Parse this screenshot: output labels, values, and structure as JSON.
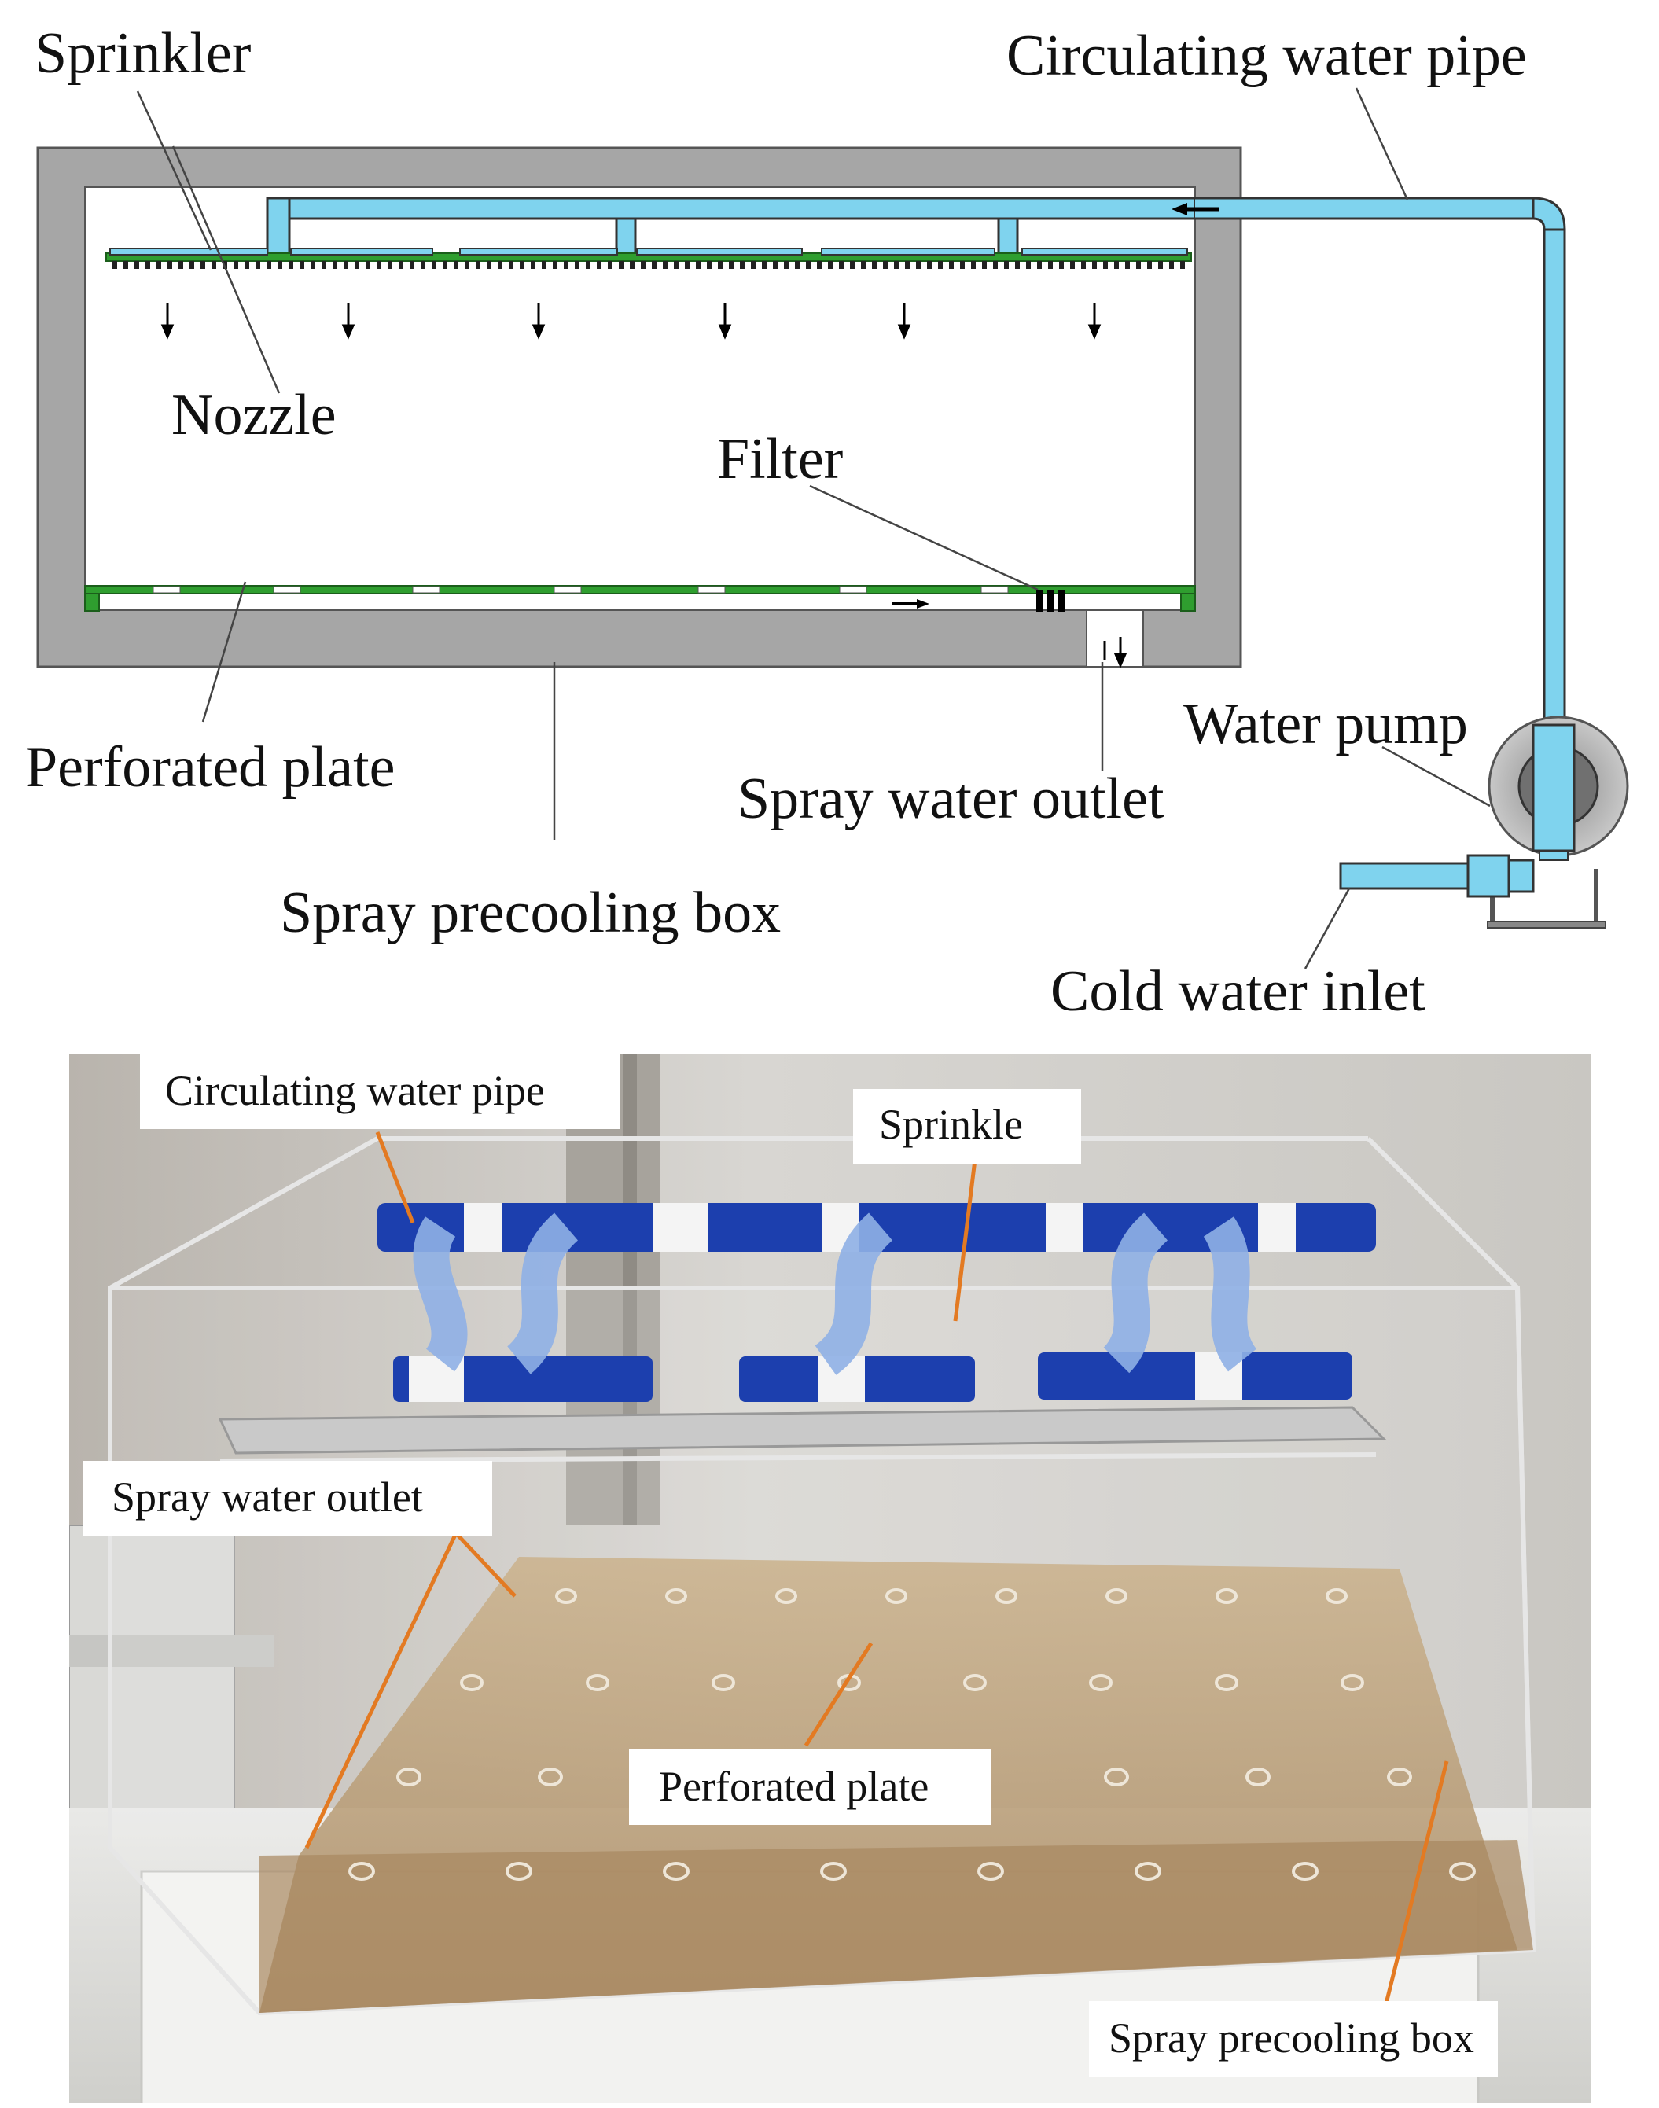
{
  "schematic": {
    "labels": {
      "sprinkler": "Sprinkler",
      "circulating_water_pipe": "Circulating water pipe",
      "nozzle": "Nozzle",
      "filter": "Filter",
      "perforated_plate": "Perforated plate",
      "spray_water_outlet": "Spray water outlet",
      "spray_precooling_box": "Spray precooling box",
      "water_pump": "Water pump",
      "cold_water_inlet": "Cold water inlet"
    }
  },
  "photo": {
    "labels": {
      "circulating_water_pipe": "Circulating water pipe",
      "sprinkle": "Sprinkle",
      "spray_water_outlet": "Spray water outlet",
      "perforated_plate": "Perforated plate",
      "spray_precooling_box": "Spray precooling box"
    }
  },
  "colors": {
    "box_wall": "#a6a6a6",
    "water_pipe": "#7fd3ee",
    "plate_green": "#2f9e2f",
    "leader_line": "#e37a22",
    "photo_pipe_blue": "#1c3fae",
    "water_tint": "#b99a73"
  }
}
